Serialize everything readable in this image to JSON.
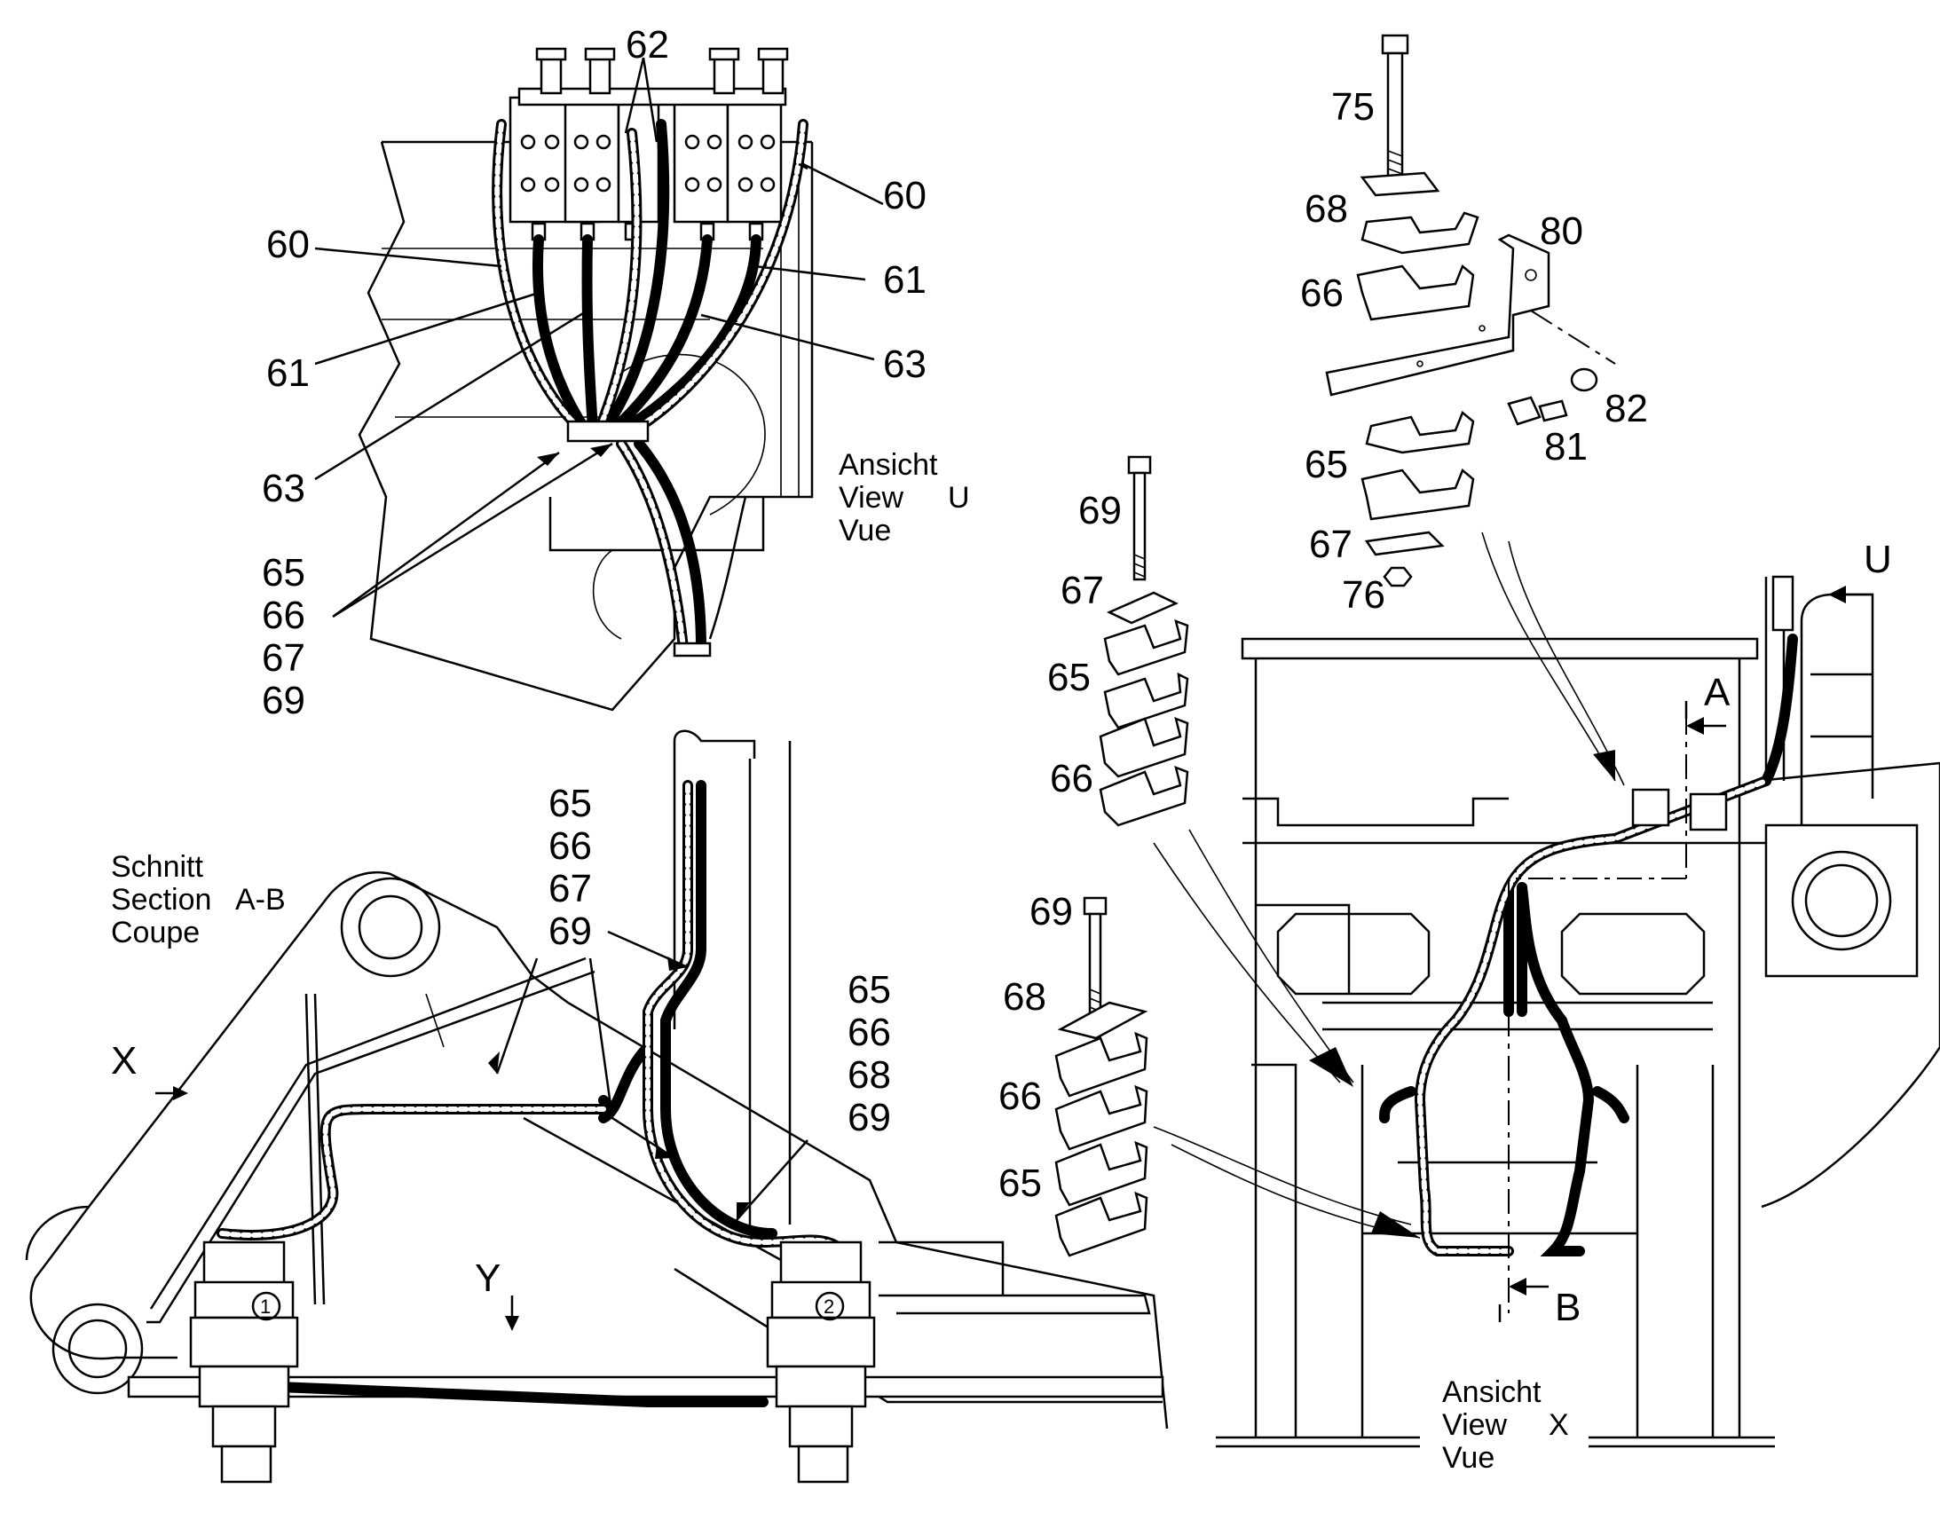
{
  "view_u": {
    "caption": [
      "Ansicht",
      "View",
      "Vue"
    ],
    "letter": "U",
    "callouts": {
      "c62": "62",
      "c60_left": "60",
      "c60_right": "60",
      "c61_left": "61",
      "c61_right": "61",
      "c63_left": "63",
      "c63_right": "63",
      "stack": [
        "65",
        "66",
        "67",
        "69"
      ]
    }
  },
  "clamp_kit_bracket": {
    "c75": "75",
    "c68": "68",
    "c66": "66",
    "c80": "80",
    "c82": "82",
    "c81": "81",
    "c65": "65",
    "c67": "67",
    "c76": "76"
  },
  "clamp_kit_a": {
    "c69": "69",
    "c67": "67",
    "c65": "65",
    "c66": "66"
  },
  "clamp_kit_b": {
    "c69": "69",
    "c68": "68",
    "c66": "66",
    "c65": "65"
  },
  "section_ab": {
    "caption": [
      "Schnitt",
      "Section",
      "Coupe"
    ],
    "name": "A-B",
    "arrow_x": "X",
    "arrow_y": "Y",
    "motor_1": "1",
    "motor_2": "2",
    "stack_upper": [
      "65",
      "66",
      "67",
      "69"
    ],
    "stack_lower": [
      "65",
      "66",
      "68",
      "69"
    ]
  },
  "view_x": {
    "caption": [
      "Ansicht",
      "View",
      "Vue"
    ],
    "letter": "X",
    "arrow_u": "U",
    "arrow_a": "A",
    "arrow_b": "B"
  }
}
